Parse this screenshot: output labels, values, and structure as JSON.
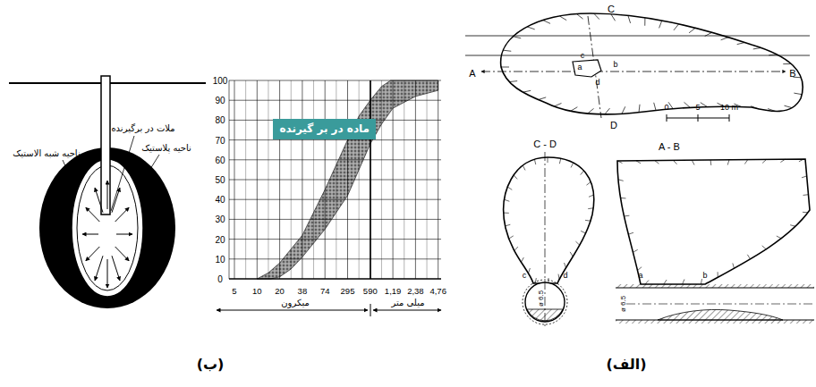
{
  "diagram": {
    "nodes": [
      {
        "text": [
          "ماده در بر گیرنده"
        ]
      }
    ],
    "labels": [
      "ناحیه شبه الاستیک",
      "ملات در برگیرنده",
      "ناحیه پلاستیک",
      "100",
      "90",
      "80",
      "70",
      "60",
      "50",
      "40",
      "30",
      "20",
      "10",
      "0",
      "5",
      "10",
      "20",
      "38",
      "74",
      "295",
      "590",
      "1,19",
      "2,38",
      "4,76",
      "میکرون",
      "میلی متر",
      "C",
      "A",
      "B",
      "D",
      "c",
      "a",
      "b",
      "d",
      "0",
      "5",
      "10 m",
      "C - D",
      "A - B",
      "c",
      "d",
      "ø 6.5",
      "a",
      "b",
      "ø 6.5",
      "(ب)",
      "(الف)"
    ]
  }
}
